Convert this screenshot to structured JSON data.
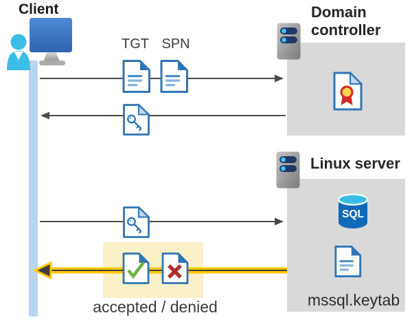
{
  "labels": {
    "client": "Client",
    "domain_controller_line1": "Domain",
    "domain_controller_line2": "controller",
    "linux_server": "Linux server",
    "tgt": "TGT",
    "spn": "SPN",
    "sql": "SQL",
    "mssql_keytab": "mssql.keytab",
    "accepted_denied": "accepted / denied"
  },
  "icons": {
    "client": "person-at-monitor",
    "domain_controller_server": "server-tower",
    "linux_server": "server-tower",
    "tgt_document": "document-with-text-lines",
    "spn_document": "document-with-text-lines",
    "ticket_key_document": "document-with-key",
    "certificate_document": "document-with-ribbon-seal",
    "sql_database": "sql-database-cylinder",
    "accepted_document": "document-with-green-check",
    "denied_document": "document-with-red-x",
    "keytab_document": "document-with-text-lines"
  },
  "colors": {
    "doc_border_blue": "#2E75B6",
    "doc_fold_light_blue": "#BDD7EE",
    "timeline_blue": "#B9D3F2",
    "box_gray": "#D9D9D9",
    "arrow_gray": "#4A4A4A",
    "highlight_yellow_bg": "#FAF1C9",
    "arrow_yellow": "#FFC800",
    "check_green": "#6CB33F",
    "x_red": "#B12B31",
    "sql_body_blue": "#1068B8",
    "sql_top_cyan": "#37BEE6",
    "person_cyan": "#3ABEE8",
    "server_pill_navy": "#1F3864"
  }
}
